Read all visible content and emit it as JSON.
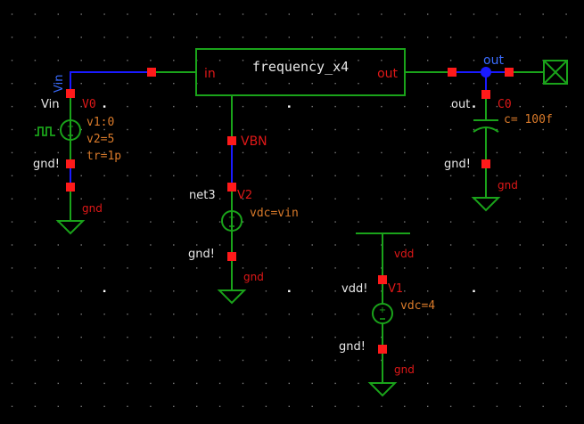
{
  "colors": {
    "background": "#000000",
    "grid_minor": "#7a7a7a",
    "grid_major": "#ffffff",
    "wire_green": "#1aa31a",
    "wire_blue": "#1a1aff",
    "pin_red": "#ff1a1a",
    "pin_label_red": "#e01818",
    "net_label_white": "#e8e8e8",
    "param_orange": "#d97a2a",
    "net_name_blue": "#3a6cff"
  },
  "block": {
    "name": "frequency_x4",
    "pin_in": "in",
    "pin_out": "out"
  },
  "input_source": {
    "instance": "V0",
    "net_top": "Vin",
    "wire_label": "Vin",
    "net_bottom": "gnd!",
    "ground_label": "gnd",
    "params": [
      "v1:0",
      "v2=5",
      "tr=1p"
    ],
    "icon": "pulse-source-icon"
  },
  "bias_source": {
    "instance": "V2",
    "pin_label": "VBN",
    "net_top": "net3",
    "net_bottom": "gnd!",
    "ground_label": "gnd",
    "params": [
      "vdc=vin"
    ]
  },
  "supply_source": {
    "instance": "V1",
    "supply_label": "vdd",
    "net_top": "vdd!",
    "net_bottom": "gnd!",
    "ground_label": "gnd",
    "params": [
      "vdc=4"
    ]
  },
  "output": {
    "net_name": "out",
    "cap_instance": "C0",
    "cap_net_top": "out",
    "cap_net_bottom": "gnd!",
    "ground_label": "gnd",
    "params": [
      "c= 100f"
    ],
    "terminal": "output-pin-terminal"
  }
}
